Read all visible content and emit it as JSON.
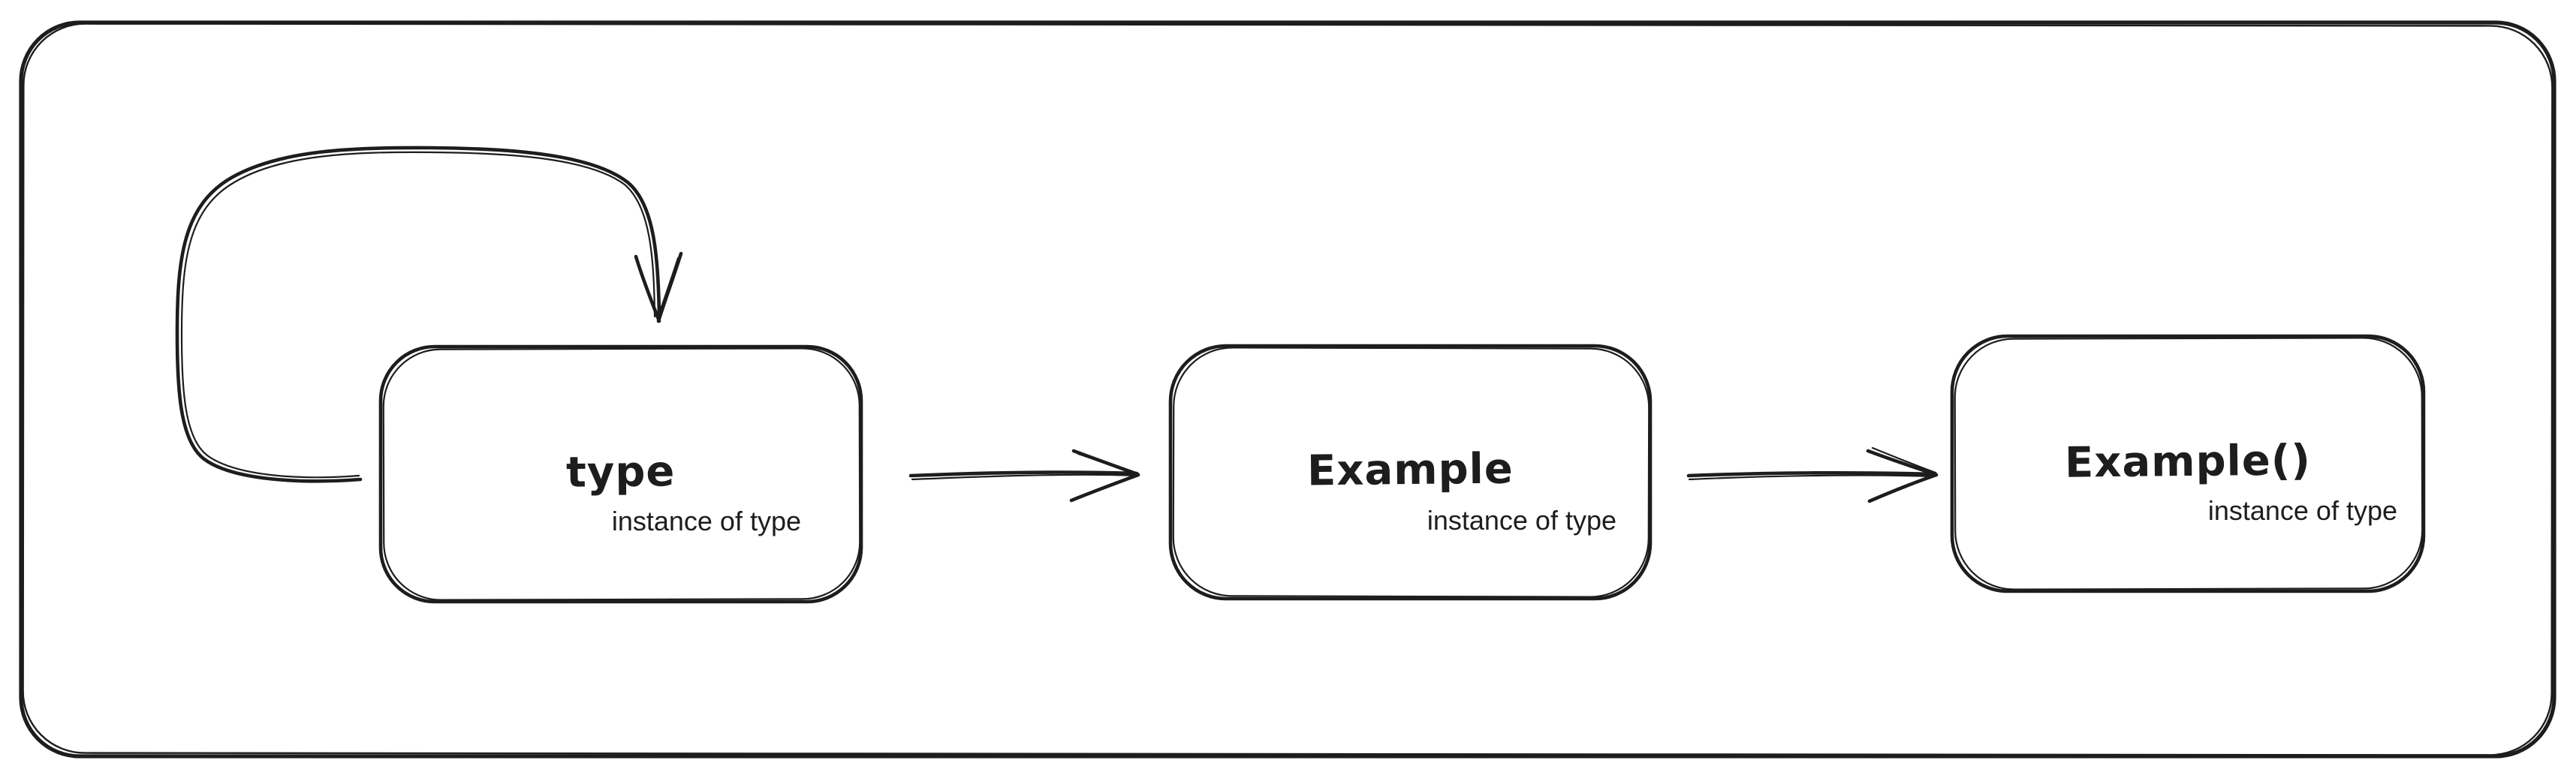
{
  "colors": {
    "background": "#ffffff",
    "stroke": "#1d1d1d"
  },
  "nodes": [
    {
      "id": "type",
      "label": "type",
      "sublabel": "instance of type"
    },
    {
      "id": "example",
      "label": "Example",
      "sublabel": "instance of type"
    },
    {
      "id": "example-call",
      "label": "Example()",
      "sublabel": "instance of type"
    }
  ],
  "edges": [
    {
      "from": "type",
      "to": "type",
      "style": "self-loop-arrow"
    },
    {
      "from": "type",
      "to": "example",
      "style": "straight-arrow"
    },
    {
      "from": "example",
      "to": "example-call",
      "style": "straight-arrow"
    }
  ]
}
